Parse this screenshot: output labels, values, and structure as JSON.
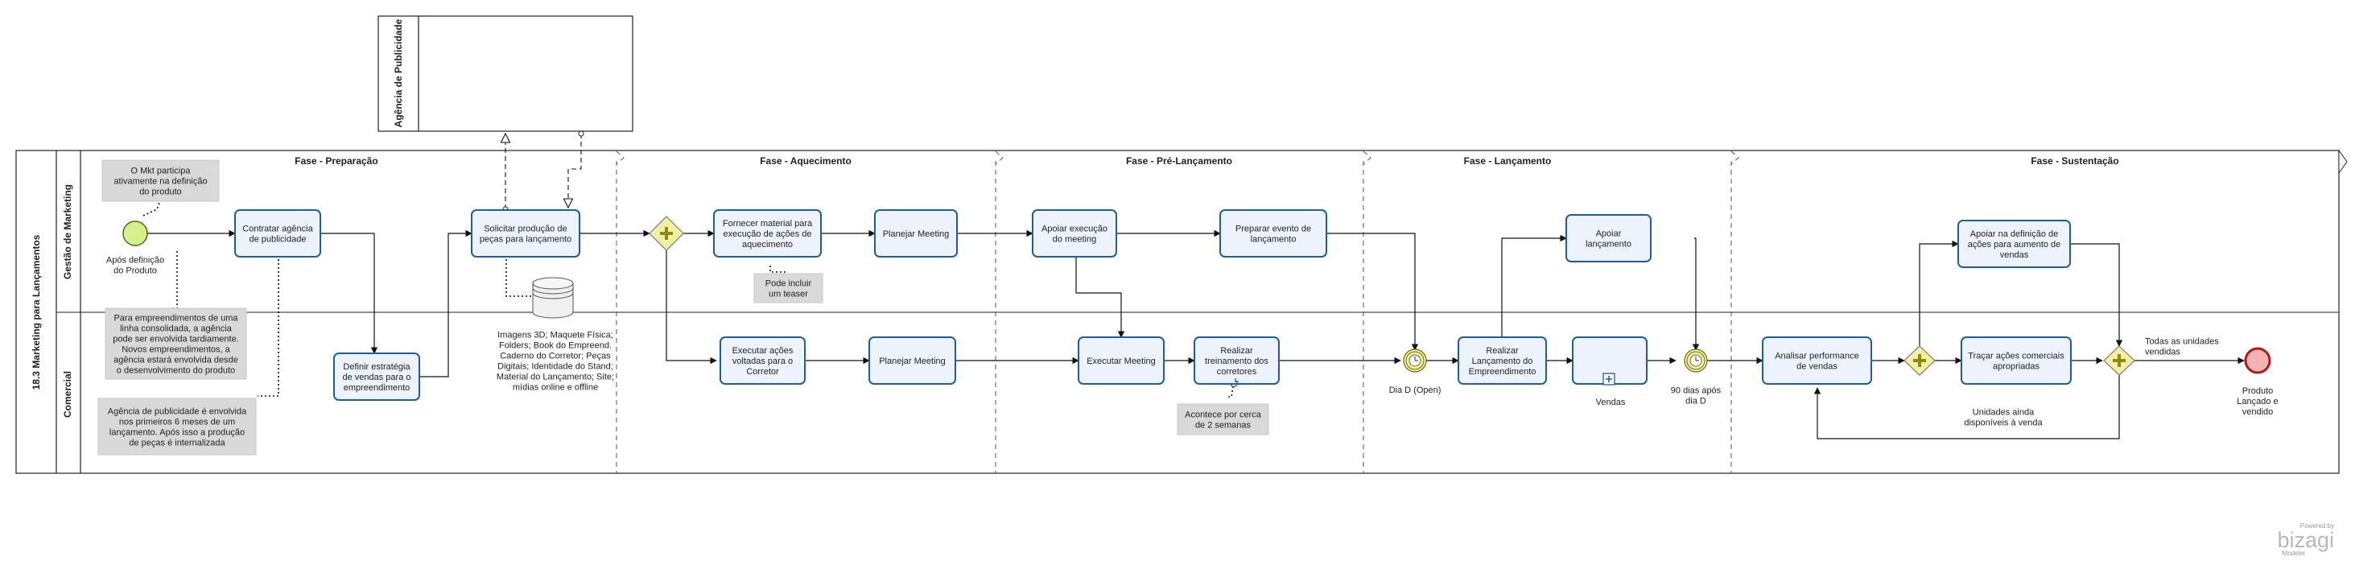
{
  "pool": {
    "title": "18.3 Marketing para Lançamentos"
  },
  "external_pool": {
    "title": "Agência de Publicidade"
  },
  "lanes": [
    {
      "id": "gestao",
      "label": "Gestão de Marketing"
    },
    {
      "id": "comercial",
      "label": "Comercial"
    }
  ],
  "phases": [
    {
      "id": "preparacao",
      "label": "Fase - Preparação"
    },
    {
      "id": "aquecimento",
      "label": "Fase - Aquecimento"
    },
    {
      "id": "pre",
      "label": "Fase - Pré-Lançamento"
    },
    {
      "id": "lancamento",
      "label": "Fase - Lançamento"
    },
    {
      "id": "sustentacao",
      "label": "Fase - Sustentação"
    }
  ],
  "tasks": [
    {
      "id": "t1",
      "lines": [
        "Contratar agência",
        "de publicidade"
      ]
    },
    {
      "id": "t2",
      "lines": [
        "Definir estratégia",
        "de vendas para o",
        "empreendimento"
      ]
    },
    {
      "id": "t3",
      "lines": [
        "Solicitar produção de",
        "peças para lançamento"
      ]
    },
    {
      "id": "t4",
      "lines": [
        "Fornecer material para",
        "execução de ações de",
        "aquecimento"
      ]
    },
    {
      "id": "t5",
      "lines": [
        "Planejar Meeting"
      ]
    },
    {
      "id": "t6",
      "lines": [
        "Executar ações",
        "voltadas para o",
        "Corretor"
      ]
    },
    {
      "id": "t7",
      "lines": [
        "Planejar Meeting"
      ]
    },
    {
      "id": "t8",
      "lines": [
        "Apoiar execução",
        "do meeting"
      ]
    },
    {
      "id": "t9",
      "lines": [
        "Preparar evento de",
        "lançamento"
      ]
    },
    {
      "id": "t10",
      "lines": [
        "Executar Meeting"
      ]
    },
    {
      "id": "t11",
      "lines": [
        "Realizar",
        "treinamento dos",
        "corretores"
      ]
    },
    {
      "id": "t12",
      "lines": [
        "Realizar",
        "Lançamento do",
        "Empreendimento"
      ]
    },
    {
      "id": "t13",
      "lines": [
        "Apoiar",
        "lançamento"
      ]
    },
    {
      "id": "t14",
      "lines": []
    },
    {
      "id": "t15",
      "lines": [
        "Analisar performance",
        "de vendas"
      ]
    },
    {
      "id": "t16",
      "lines": [
        "Apoiar na definição de",
        "ações para aumento de",
        "vendas"
      ]
    },
    {
      "id": "t17",
      "lines": [
        "Traçar ações comerciais",
        "apropriadas"
      ]
    }
  ],
  "annotations": [
    {
      "id": "a1",
      "lines": [
        "O Mkt participa",
        "ativamente na definição",
        "do produto"
      ]
    },
    {
      "id": "a2",
      "lines": [
        "Para empreendimentos de uma",
        "linha consolidada, a agência",
        "pode ser envolvida tardiamente.",
        "Novos empreendimentos, a",
        "agência estará envolvida desde",
        "o desenvolvimento do produto"
      ]
    },
    {
      "id": "a3",
      "lines": [
        "Agência de publicidade é envolvida",
        "nos primeiros 6 meses de um",
        "lançamento. Após isso a produção",
        "de peças é internalizada"
      ]
    },
    {
      "id": "a4",
      "lines": [
        "Pode incluir",
        "um teaser"
      ]
    },
    {
      "id": "a5",
      "lines": [
        "Acontece por cerca",
        "de 2 semanas"
      ]
    }
  ],
  "labels": [
    {
      "id": "l1",
      "lines": [
        "Após definição",
        "do Produto"
      ]
    },
    {
      "id": "l2",
      "lines": [
        "Imagens 3D; Maquete Física;",
        "Folders; Book do Empreend.",
        "Caderno do Corretor; Peças",
        "Digitais; Identidade do Stand;",
        "Material do Lançamento; Site;",
        "mídias online e offline"
      ]
    },
    {
      "id": "l3",
      "lines": [
        "Dia D (Open)"
      ]
    },
    {
      "id": "l4",
      "lines": [
        "Vendas"
      ]
    },
    {
      "id": "l5",
      "lines": [
        "90 dias após",
        "dia D"
      ]
    },
    {
      "id": "l6",
      "lines": [
        "Todas as unidades",
        "vendidas"
      ]
    },
    {
      "id": "l7",
      "lines": [
        "Unidades ainda",
        "disponíveis à venda"
      ]
    },
    {
      "id": "l8",
      "lines": [
        "Produto",
        "Lançado e",
        "vendido"
      ]
    }
  ],
  "brand": {
    "powered": "Powered by",
    "name": "bizagi",
    "product": "Modeler"
  },
  "colors": {
    "task_fill": "#eef2fc",
    "task_stroke": "#1f5f99",
    "gateway": "#f3f0a6",
    "start": "#d6f08e",
    "end": "#f4b3b3",
    "annotation": "#d9d9d9"
  }
}
